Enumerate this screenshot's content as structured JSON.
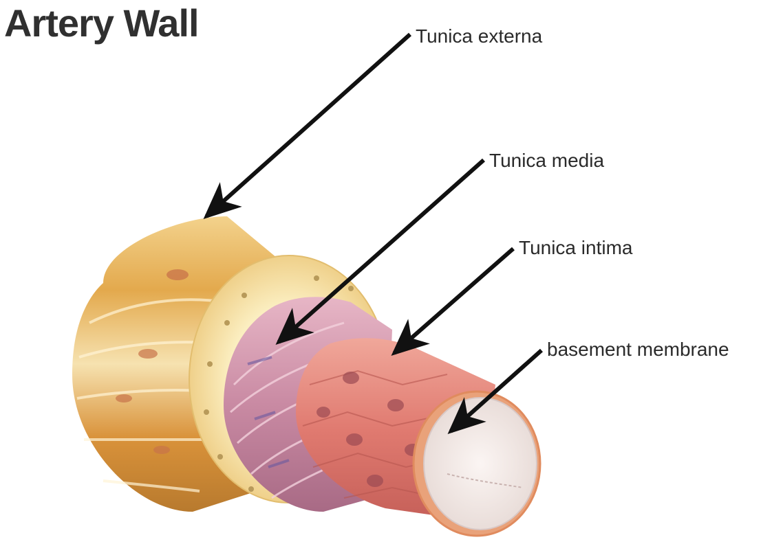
{
  "title": "Artery Wall",
  "labels": {
    "tunica_externa": "Tunica externa",
    "tunica_media": "Tunica media",
    "tunica_intima": "Tunica intima",
    "basement_membrane": "basement membrane"
  }
}
